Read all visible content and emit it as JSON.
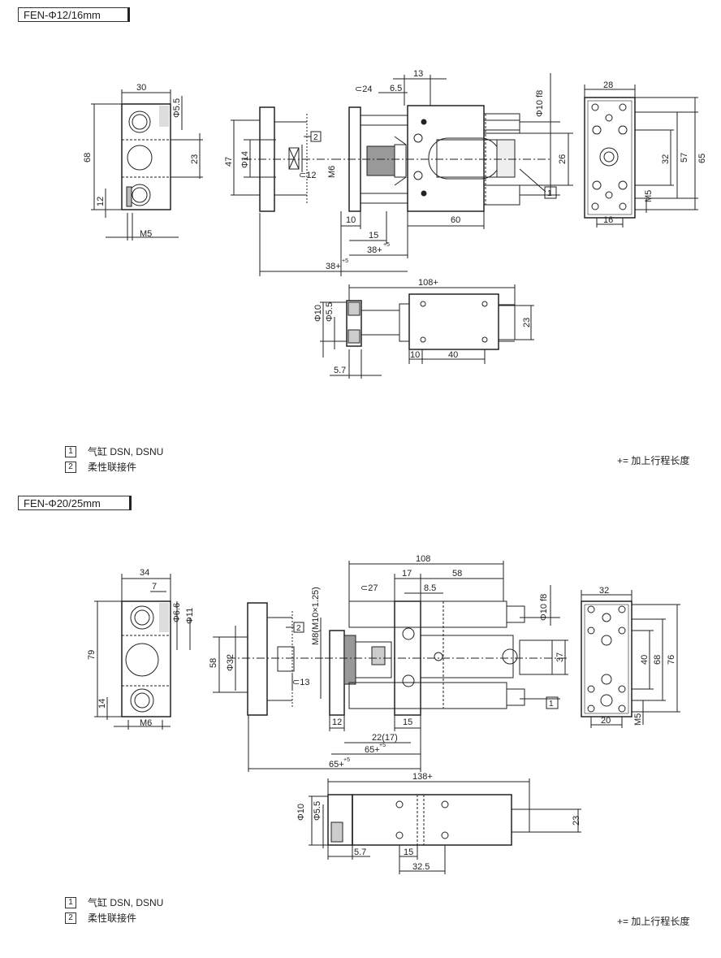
{
  "section1": {
    "title": "FEN-Φ12/16mm",
    "legend": [
      {
        "num": "1",
        "text": "气缸 DSN, DSNU"
      },
      {
        "num": "2",
        "text": "柔性联接件"
      }
    ],
    "note": "+= 加上行程长度",
    "dims": {
      "d30": "30",
      "d68": "68",
      "d55": "Φ5.5",
      "d23": "23",
      "d12": "12",
      "m5a": "M5",
      "d47": "47",
      "d14": "Φ14",
      "m6": "M6",
      "w24": "24",
      "w12": "12",
      "d13": "13",
      "d65a": "6.5",
      "d10f8": "Φ10 f8",
      "d26": "26",
      "d10": "10",
      "d15": "15",
      "d38a": "38+",
      "d38b": "38+",
      "sup5": "+5",
      "d60": "60",
      "d28": "28",
      "d32": "32",
      "d57": "57",
      "d65": "65",
      "m5b": "M5",
      "d16": "16",
      "d108": "108+",
      "d10b": "Φ10",
      "d55b": "Φ5.5",
      "d23b": "23",
      "d10c": "10",
      "d40": "40",
      "d57b": "5.7"
    }
  },
  "section2": {
    "title": "FEN-Φ20/25mm",
    "legend": [
      {
        "num": "1",
        "text": "气缸 DSN, DSNU"
      },
      {
        "num": "2",
        "text": "柔性联接件"
      }
    ],
    "note": "+= 加上行程长度",
    "dims": {
      "d34": "34",
      "d7": "7",
      "d66": "Φ6.6",
      "d11": "Φ11",
      "d79": "79",
      "d14": "14",
      "m6": "M6",
      "d58": "58",
      "d32": "Φ32",
      "w13": "13",
      "d108": "108",
      "d17": "17",
      "d58b": "58",
      "d85": "8.5",
      "w27": "27",
      "m8": "M8(M10×1.25)",
      "d10f8": "Φ10 f8",
      "d37": "37",
      "d12": "12",
      "d15": "15",
      "d2217": "22(17)",
      "d65a": "65+",
      "d65b": "65+",
      "sup5": "+5",
      "d32b": "32",
      "d40": "40",
      "d68": "68",
      "d76": "76",
      "m5": "M5",
      "d20": "20",
      "d138": "138+",
      "d10": "Φ10",
      "d55": "Φ5.5",
      "d23": "23",
      "d57": "5.7",
      "d15b": "15",
      "d325": "32.5"
    }
  }
}
